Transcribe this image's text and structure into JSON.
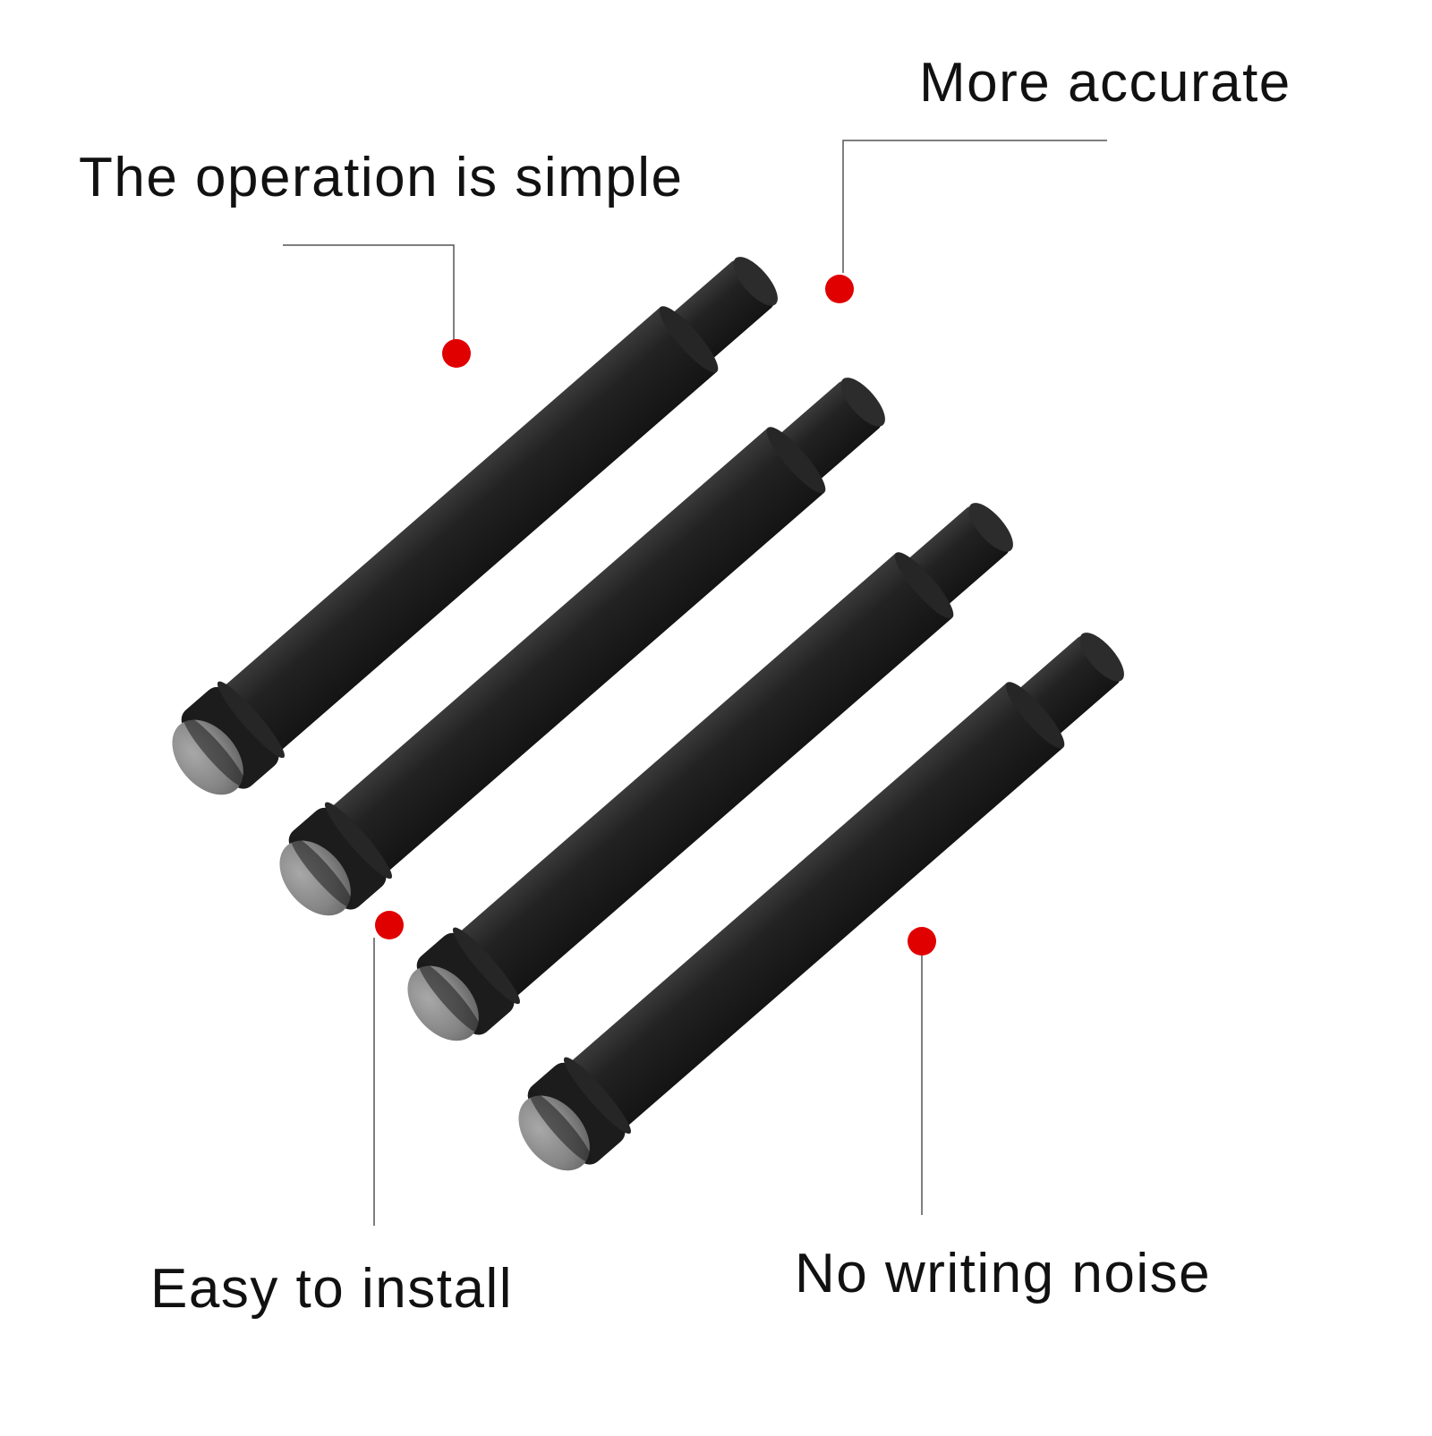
{
  "captions": {
    "operation_simple": "The operation is simple",
    "more_accurate": "More accurate",
    "easy_install": "Easy to install",
    "no_noise": "No writing noise"
  },
  "product": {
    "item_count": 4,
    "item_name": "stylus-pen-nib"
  },
  "colors": {
    "background": "#ffffff",
    "text": "#111111",
    "nib_body": "#1f1f1f",
    "nib_tip": "#8a8a8a",
    "marker_dot": "#e00000",
    "leader_line": "#555555"
  }
}
